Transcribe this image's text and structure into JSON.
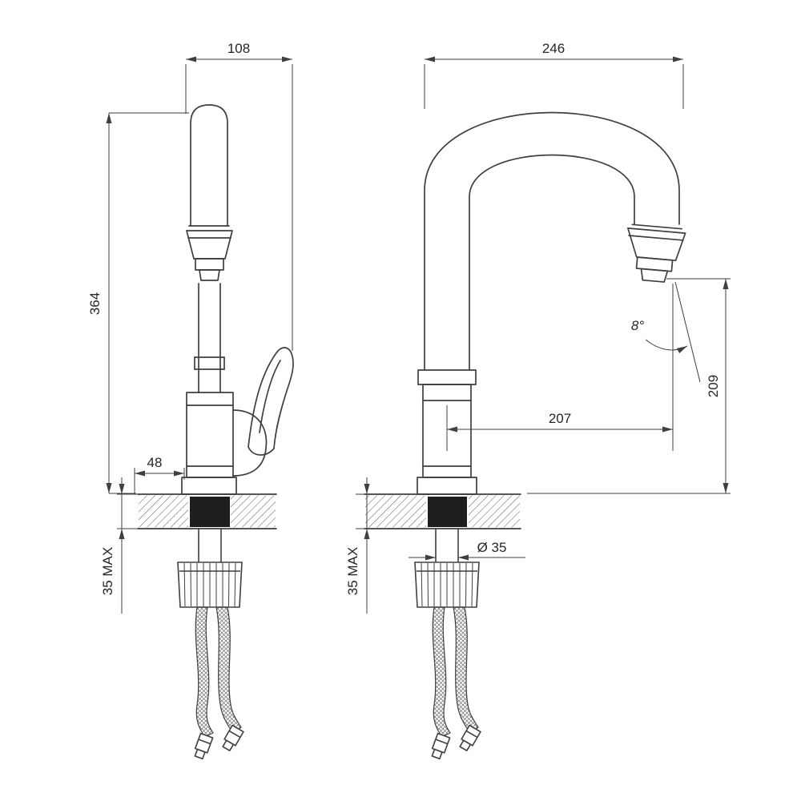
{
  "drawing": {
    "dims": {
      "side_top_width": "108",
      "side_height": "364",
      "side_base_offset": "48",
      "side_counter_max": "35 MAX",
      "front_top_reach": "246",
      "front_spout_drop": "209",
      "front_spout_reach": "207",
      "front_spray_angle": "8°",
      "front_shank_diameter": "Ø 35",
      "front_counter_max": "35 MAX"
    }
  }
}
